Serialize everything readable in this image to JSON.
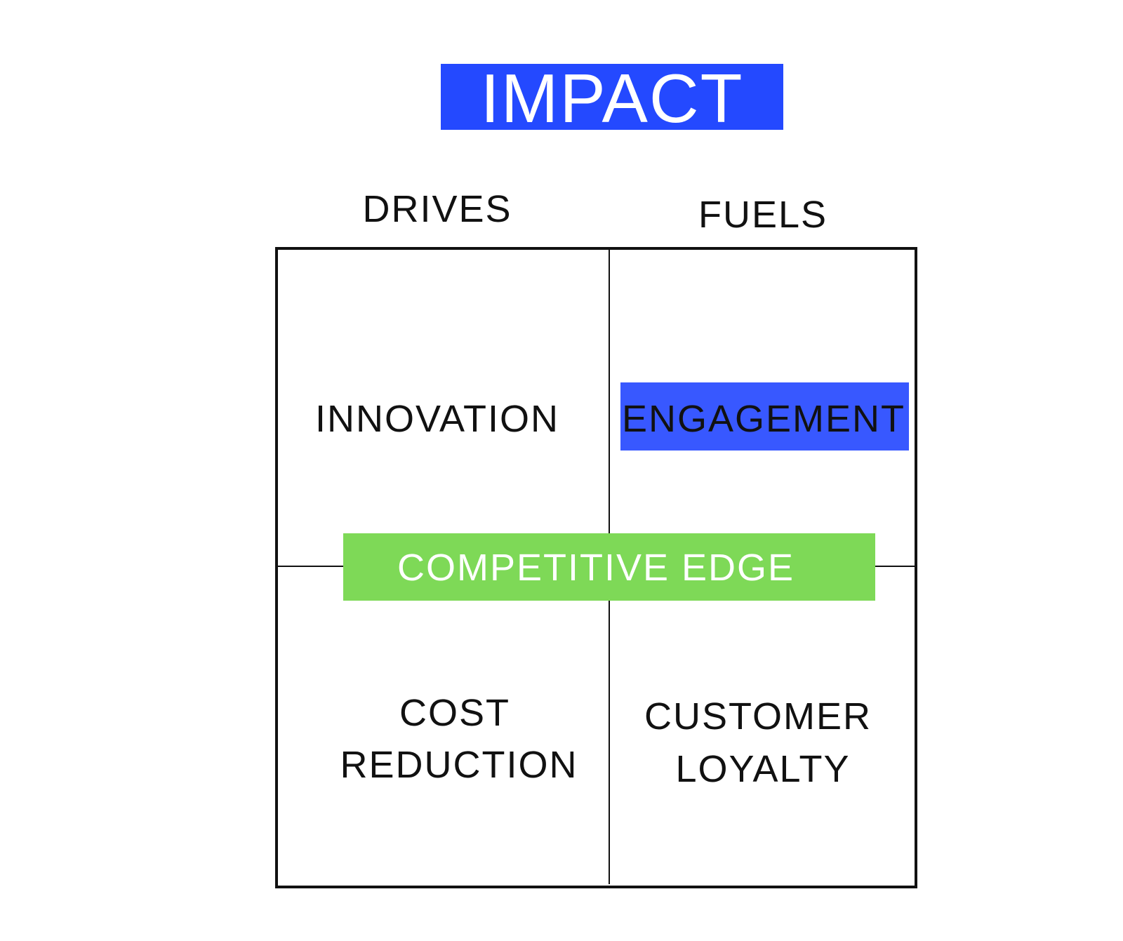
{
  "title": "IMPACT",
  "columns": {
    "left": "DRIVES",
    "right": "FUELS"
  },
  "quadrants": {
    "top_left": "INNOVATION",
    "top_right": "ENGAGEMENT",
    "bottom_left": [
      "COST",
      "REDUCTION"
    ],
    "bottom_right": [
      "CUSTOMER",
      "LOYALTY"
    ]
  },
  "center_banner": "COMPETITIVE EDGE",
  "colors": {
    "title_bg": "#2449ff",
    "engagement_bg": "#3858ff",
    "banner_bg": "#7ed957"
  }
}
